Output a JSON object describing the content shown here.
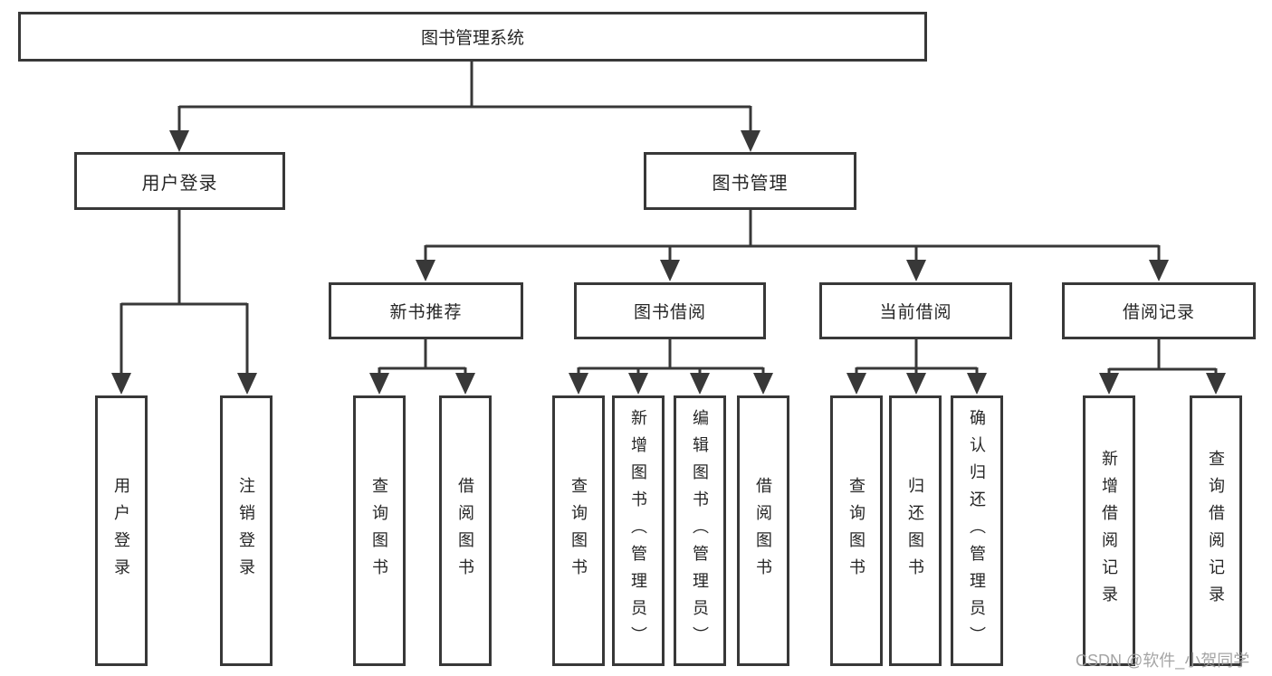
{
  "diagram": {
    "root": {
      "label": "图书管理系统"
    },
    "children": [
      {
        "label": "用户登录",
        "children": [
          {
            "label": "用户登录"
          },
          {
            "label": "注销登录"
          }
        ]
      },
      {
        "label": "图书管理",
        "children": [
          {
            "label": "新书推荐",
            "children": [
              {
                "label": "查询图书"
              },
              {
                "label": "借阅图书"
              }
            ]
          },
          {
            "label": "图书借阅",
            "children": [
              {
                "label": "查询图书"
              },
              {
                "label": "新增图书（管理员）"
              },
              {
                "label": "编辑图书（管理员）"
              },
              {
                "label": "借阅图书"
              }
            ]
          },
          {
            "label": "当前借阅",
            "children": [
              {
                "label": "查询图书"
              },
              {
                "label": "归还图书"
              },
              {
                "label": "确认归还（管理员）"
              }
            ]
          },
          {
            "label": "借阅记录",
            "children": [
              {
                "label": "新增借阅记录"
              },
              {
                "label": "查询借阅记录"
              }
            ]
          }
        ]
      }
    ]
  },
  "watermark": {
    "text": "CSDN @软件_小贺同学"
  },
  "colors": {
    "line": "#383838",
    "box_border": "#383838",
    "text": "#262626",
    "watermark": "#9c9c9c",
    "background": "#ffffff"
  }
}
